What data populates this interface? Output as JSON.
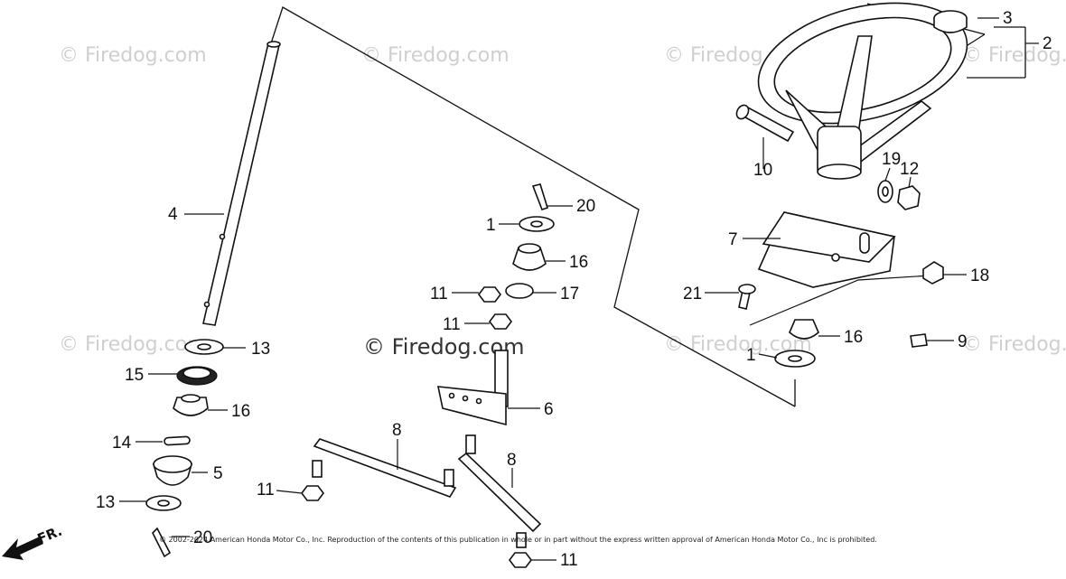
{
  "watermarks": {
    "repeated": "© Firedog.com",
    "center": "© Firedog.com"
  },
  "copyright": "© 2002-2024 American Honda Motor Co., Inc. Reproduction of the contents of this publication in whole or in part without the express written approval of American Honda Motor Co., Inc is prohibited.",
  "direction_label": "FR.",
  "callouts": {
    "c1a": "1",
    "c1b": "1",
    "c2": "2",
    "c3": "3",
    "c4": "4",
    "c5": "5",
    "c6": "6",
    "c7": "7",
    "c8a": "8",
    "c8b": "8",
    "c9": "9",
    "c10": "10",
    "c11a": "11",
    "c11b": "11",
    "c11c": "11",
    "c11d": "11",
    "c12": "12",
    "c13a": "13",
    "c13b": "13",
    "c14": "14",
    "c15": "15",
    "c16a": "16",
    "c16b": "16",
    "c16c": "16",
    "c17": "17",
    "c18": "18",
    "c19": "19",
    "c20a": "20",
    "c20b": "20",
    "c21": "21"
  }
}
